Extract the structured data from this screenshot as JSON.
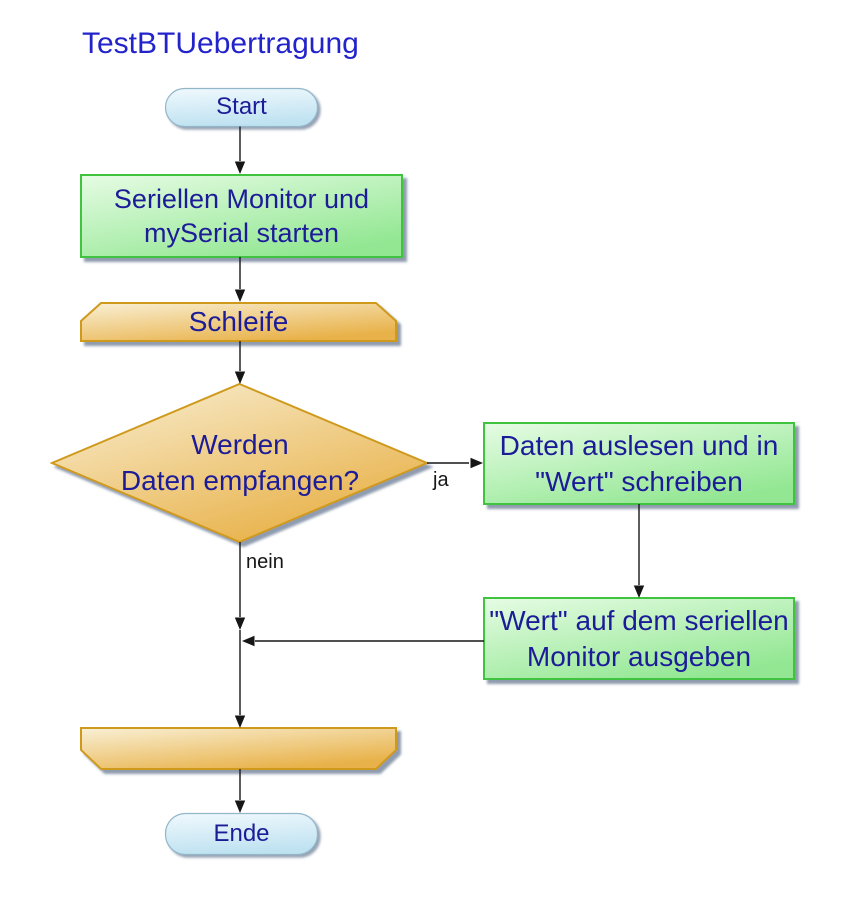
{
  "title": "TestBTUebertragung",
  "nodes": {
    "start": {
      "type": "terminator",
      "label": "Start"
    },
    "init": {
      "type": "process",
      "label": "Seriellen Monitor und\nmySerial starten"
    },
    "loop_start": {
      "type": "loop-begin",
      "label": "Schleife"
    },
    "decision": {
      "type": "decision",
      "label": "Werden\nDaten empfangen?"
    },
    "read": {
      "type": "process",
      "label": "Daten auslesen und in\n\"Wert\" schreiben"
    },
    "output": {
      "type": "process",
      "label": "\"Wert\" auf dem seriellen\nMonitor ausgeben"
    },
    "loop_end": {
      "type": "loop-end",
      "label": ""
    },
    "end": {
      "type": "terminator",
      "label": "Ende"
    }
  },
  "edge_labels": {
    "yes": "ja",
    "no": "nein"
  },
  "colors": {
    "title_text": "#2323cb",
    "node_text": "#1c1c99",
    "label_text": "#161616",
    "line": "#161616",
    "green_light": "#e6fce4",
    "green_dark": "#93e793",
    "green_border": "#3fc43f",
    "gold_light": "#f9f0d6",
    "gold_dark": "#e8b148",
    "gold_border": "#cf9a1e",
    "blue_light": "#f0f9fd",
    "blue_dark": "#bfe2f1",
    "blue_border": "#92b7c9",
    "shadow": "#7c8aa0"
  }
}
